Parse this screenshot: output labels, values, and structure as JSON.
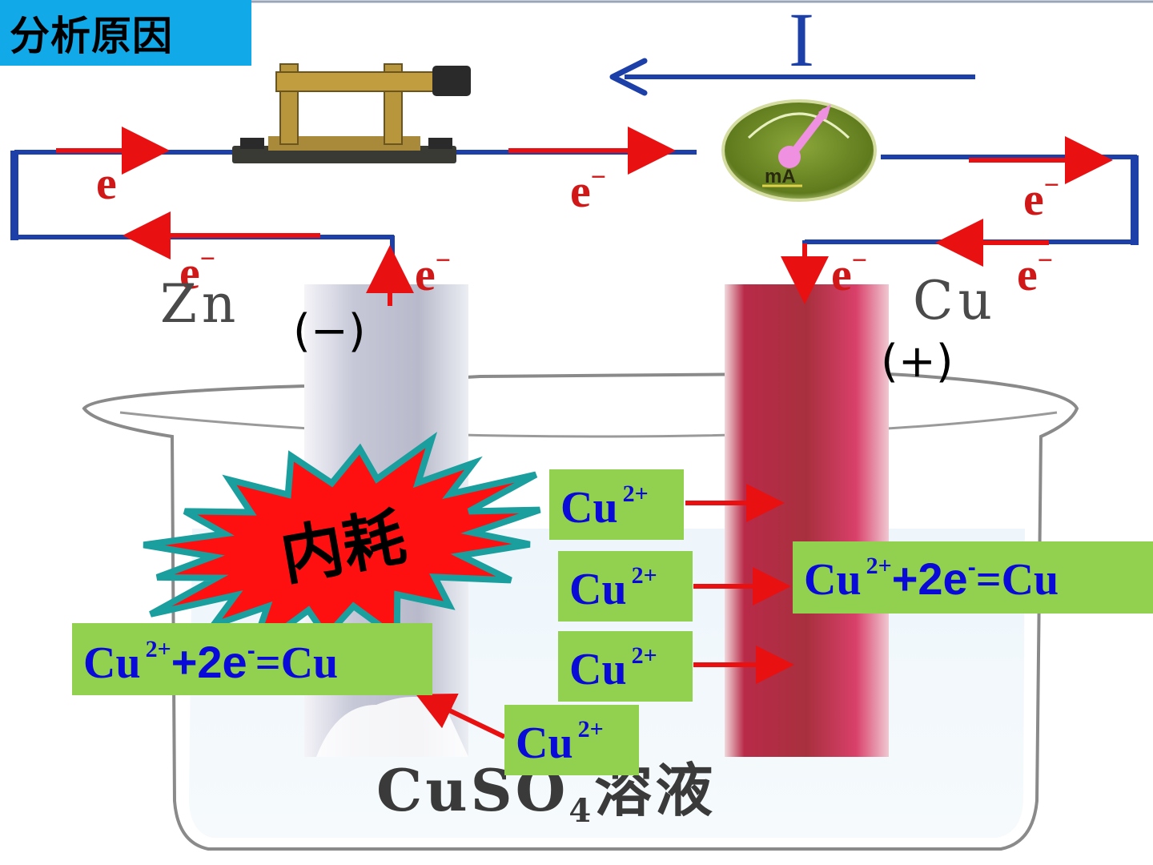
{
  "header": {
    "title": "分析原因"
  },
  "circuit": {
    "current_label": "I",
    "electron_label": "e",
    "electron_charge": "−",
    "meter_label": "mA"
  },
  "electrodes": {
    "zinc": {
      "symbol": "Zn",
      "polarity": "(−)"
    },
    "copper": {
      "symbol": "Cu",
      "polarity": "(+)"
    }
  },
  "solution": {
    "formula_main": "CuSO",
    "formula_sub": "4",
    "formula_suffix": "溶液"
  },
  "burst": {
    "label": "内耗"
  },
  "ions": [
    {
      "symbol": "Cu",
      "charge": "2+"
    },
    {
      "symbol": "Cu",
      "charge": "2+"
    },
    {
      "symbol": "Cu",
      "charge": "2+"
    },
    {
      "symbol": "Cu",
      "charge": "2+"
    }
  ],
  "equations": {
    "right": {
      "ion": "Cu",
      "charge": "2+",
      "rest": "+2e",
      "e_charge": "-",
      "product": "=Cu"
    },
    "left": {
      "ion": "Cu",
      "charge": "2+",
      "rest": "+2e",
      "e_charge": "-",
      "product": "=Cu"
    }
  },
  "colors": {
    "title_bg": "#12a9e8",
    "label_bg": "#92d050",
    "ion_text": "#0a0ad8",
    "wire": "#1c3fa8",
    "arrow": "#e81010",
    "electron_text": "#d01818",
    "burst_fill": "#ff1010",
    "burst_stroke": "#1a9e9e",
    "copper_rod": "#c0284e"
  }
}
